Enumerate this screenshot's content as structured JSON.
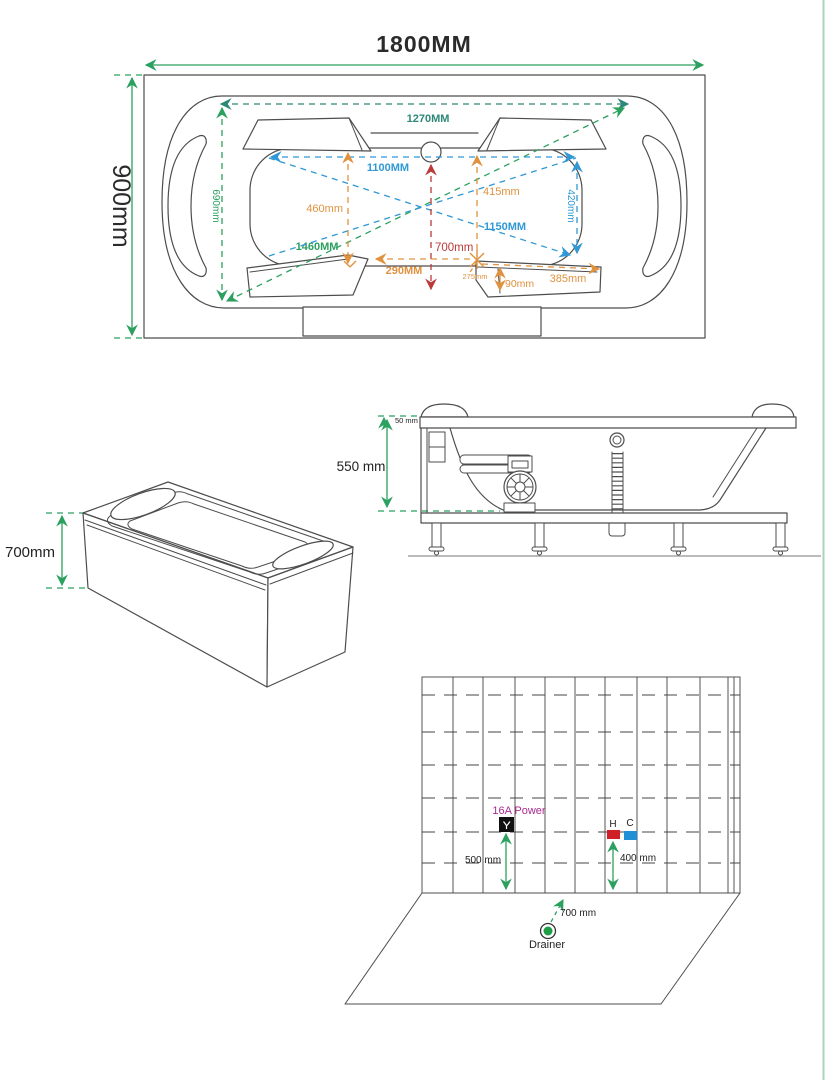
{
  "colors": {
    "green": "#2ba05f",
    "teal": "#2e8878",
    "blue": "#2f98d5",
    "orange": "#e0923f",
    "red": "#bb3a3a",
    "magenta": "#aa2b92",
    "hot": "#cf2027",
    "cold": "#1f8fd6",
    "outlet": "#111111",
    "drain": "#1f9d44",
    "line": "#4d4d4d",
    "edge_border": "#a9d3bb"
  },
  "top_view": {
    "title": "1800MM",
    "height_label": "900mm",
    "dims": {
      "d1270": "1270MM",
      "d1100": "1100MM",
      "d690": "690mm",
      "d460": "460mm",
      "d415": "415mm",
      "d420": "420mm",
      "d1150": "1150MM",
      "d1460": "1460MM",
      "d700": "700mm",
      "d290": "290MM",
      "d275": "275mm",
      "d90": "90mm",
      "d385": "385mm"
    }
  },
  "iso_view": {
    "d700": "700mm"
  },
  "side_view": {
    "d50": "50 mm",
    "d550": "550 mm"
  },
  "wall_view": {
    "power": "16A Power",
    "hot": "H",
    "cold": "C",
    "d500": "500 mm",
    "d400": "400 mm",
    "d700": "700 mm",
    "drainer": "Drainer"
  }
}
